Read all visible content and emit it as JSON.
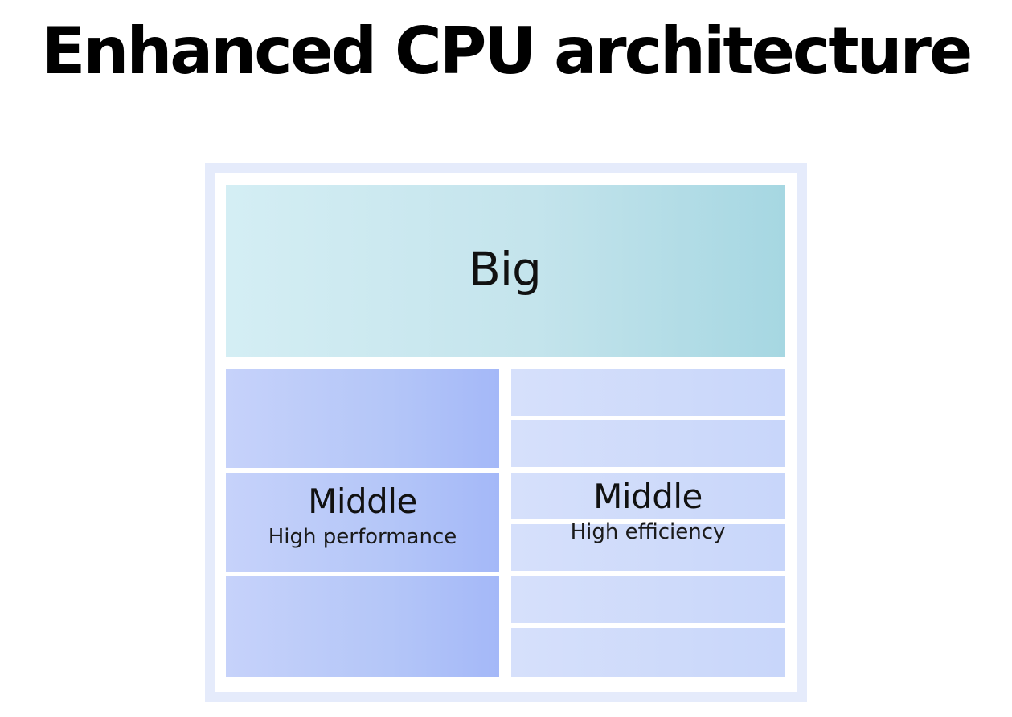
{
  "title": "Enhanced CPU architecture",
  "diagram": {
    "big": {
      "label": "Big"
    },
    "middle_performance": {
      "label": "Middle",
      "sublabel": "High performance",
      "core_count": 3
    },
    "middle_efficiency": {
      "label": "Middle",
      "sublabel": "High efficiency",
      "core_count": 6
    }
  },
  "colors": {
    "frame": "#e5ebfb",
    "big_start": "#d4eef4",
    "big_end": "#a6d7e2",
    "performance_start": "#c6d2fa",
    "performance_end": "#a4b8f8",
    "efficiency": "#c8d6fa",
    "text": "#111111"
  }
}
